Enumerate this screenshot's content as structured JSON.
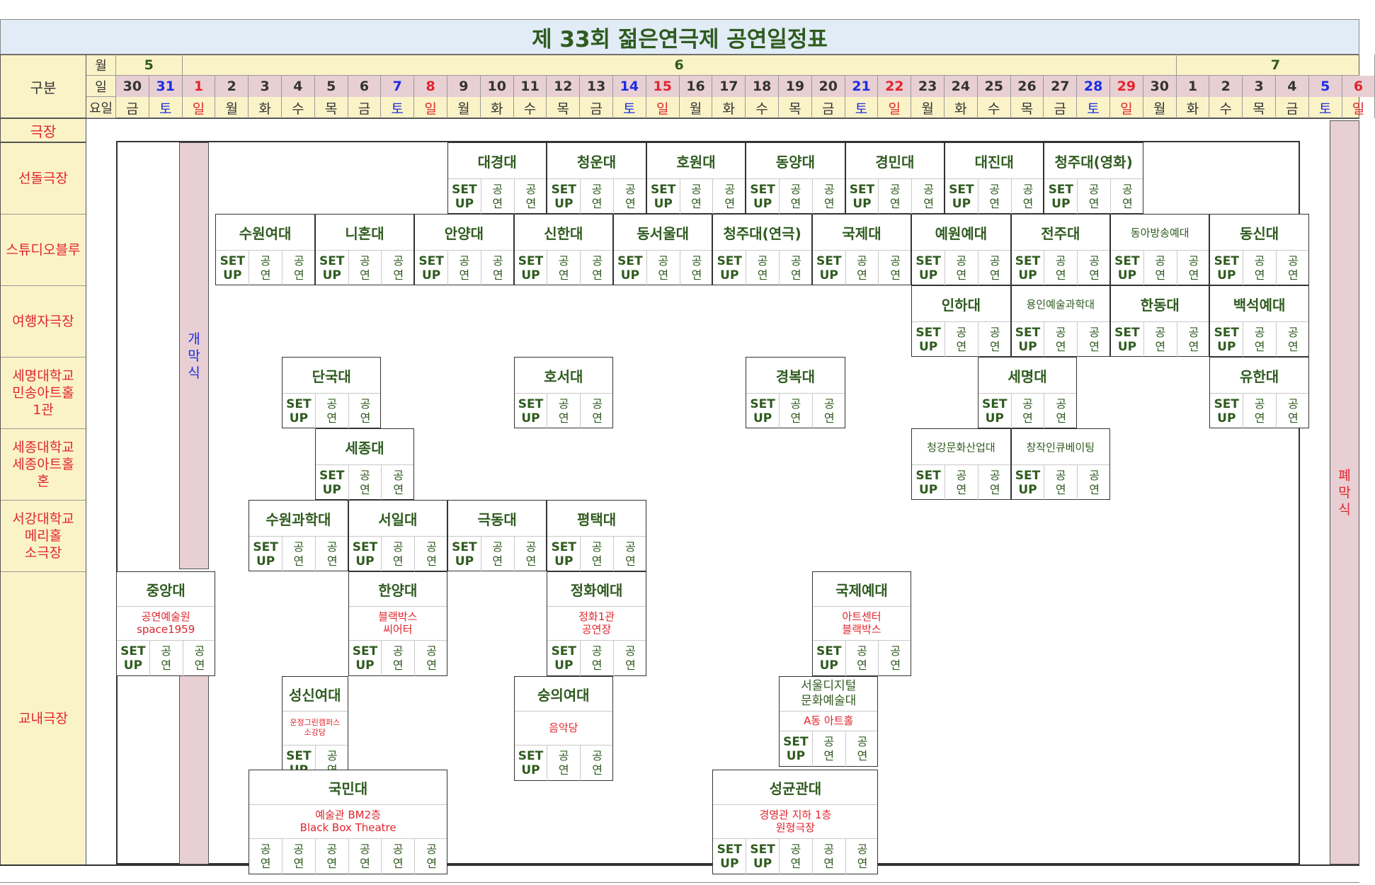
{
  "title": "제 33회 젊은연극제 공연일정표",
  "header": {
    "gubun": "구분",
    "month_label": "월",
    "day_label": "일",
    "weekday_label": "요일",
    "theater_label": "극장",
    "months": [
      {
        "label": "5",
        "span": 2
      },
      {
        "label": "6",
        "span": 30
      },
      {
        "label": "7",
        "span": 6
      }
    ],
    "days": [
      {
        "d": "30",
        "w": "금",
        "c": "n"
      },
      {
        "d": "31",
        "w": "토",
        "c": "b"
      },
      {
        "d": "1",
        "w": "일",
        "c": "r"
      },
      {
        "d": "2",
        "w": "월",
        "c": "n"
      },
      {
        "d": "3",
        "w": "화",
        "c": "n"
      },
      {
        "d": "4",
        "w": "수",
        "c": "n"
      },
      {
        "d": "5",
        "w": "목",
        "c": "n"
      },
      {
        "d": "6",
        "w": "금",
        "c": "n"
      },
      {
        "d": "7",
        "w": "토",
        "c": "b"
      },
      {
        "d": "8",
        "w": "일",
        "c": "r"
      },
      {
        "d": "9",
        "w": "월",
        "c": "n"
      },
      {
        "d": "10",
        "w": "화",
        "c": "n"
      },
      {
        "d": "11",
        "w": "수",
        "c": "n"
      },
      {
        "d": "12",
        "w": "목",
        "c": "n"
      },
      {
        "d": "13",
        "w": "금",
        "c": "n"
      },
      {
        "d": "14",
        "w": "토",
        "c": "b"
      },
      {
        "d": "15",
        "w": "일",
        "c": "r"
      },
      {
        "d": "16",
        "w": "월",
        "c": "n"
      },
      {
        "d": "17",
        "w": "화",
        "c": "n"
      },
      {
        "d": "18",
        "w": "수",
        "c": "n"
      },
      {
        "d": "19",
        "w": "목",
        "c": "n"
      },
      {
        "d": "20",
        "w": "금",
        "c": "n"
      },
      {
        "d": "21",
        "w": "토",
        "c": "b"
      },
      {
        "d": "22",
        "w": "일",
        "c": "r"
      },
      {
        "d": "23",
        "w": "월",
        "c": "n"
      },
      {
        "d": "24",
        "w": "화",
        "c": "n"
      },
      {
        "d": "25",
        "w": "수",
        "c": "n"
      },
      {
        "d": "26",
        "w": "목",
        "c": "n"
      },
      {
        "d": "27",
        "w": "금",
        "c": "n"
      },
      {
        "d": "28",
        "w": "토",
        "c": "b"
      },
      {
        "d": "29",
        "w": "일",
        "c": "r"
      },
      {
        "d": "30",
        "w": "월",
        "c": "n"
      },
      {
        "d": "1",
        "w": "화",
        "c": "n"
      },
      {
        "d": "2",
        "w": "수",
        "c": "n"
      },
      {
        "d": "3",
        "w": "목",
        "c": "n"
      },
      {
        "d": "4",
        "w": "금",
        "c": "n"
      },
      {
        "d": "5",
        "w": "토",
        "c": "b"
      },
      {
        "d": "6",
        "w": "일",
        "c": "r"
      }
    ]
  },
  "venues": [
    {
      "name": "선돌극장"
    },
    {
      "name": "스튜디오블루"
    },
    {
      "name": "여행자극장"
    },
    {
      "name": "세명대학교\n민송아트홀\n1관"
    },
    {
      "name": "세종대학교\n세종아트홀\n혼"
    },
    {
      "name": "서강대학교\n메리홀\n소극장"
    },
    {
      "name": "교내극장"
    }
  ],
  "opening": "개\n막\n식",
  "closing": "폐\n막\n식",
  "slot_labels": {
    "setup": "SET\nUP",
    "show": "공\n연"
  },
  "blocks": [
    {
      "name": "대경대",
      "row": 0,
      "col": 10,
      "slots": [
        "S",
        "P",
        "P"
      ]
    },
    {
      "name": "청운대",
      "row": 0,
      "col": 13,
      "slots": [
        "S",
        "P",
        "P"
      ]
    },
    {
      "name": "호원대",
      "row": 0,
      "col": 16,
      "slots": [
        "S",
        "P",
        "P"
      ]
    },
    {
      "name": "동양대",
      "row": 0,
      "col": 19,
      "slots": [
        "S",
        "P",
        "P"
      ]
    },
    {
      "name": "경민대",
      "row": 0,
      "col": 22,
      "slots": [
        "S",
        "P",
        "P"
      ]
    },
    {
      "name": "대진대",
      "row": 0,
      "col": 25,
      "slots": [
        "S",
        "P",
        "P"
      ]
    },
    {
      "name": "청주대(영화)",
      "row": 0,
      "col": 28,
      "slots": [
        "S",
        "P",
        "P"
      ]
    },
    {
      "name": "수원여대",
      "row": 1,
      "col": 3,
      "slots": [
        "S",
        "P",
        "P"
      ]
    },
    {
      "name": "니혼대",
      "row": 1,
      "col": 6,
      "slots": [
        "S",
        "P",
        "P"
      ]
    },
    {
      "name": "안양대",
      "row": 1,
      "col": 9,
      "slots": [
        "S",
        "P",
        "P"
      ]
    },
    {
      "name": "신한대",
      "row": 1,
      "col": 12,
      "slots": [
        "S",
        "P",
        "P"
      ]
    },
    {
      "name": "동서울대",
      "row": 1,
      "col": 15,
      "slots": [
        "S",
        "P",
        "P"
      ]
    },
    {
      "name": "청주대(연극)",
      "row": 1,
      "col": 18,
      "slots": [
        "S",
        "P",
        "P"
      ]
    },
    {
      "name": "국제대",
      "row": 1,
      "col": 21,
      "slots": [
        "S",
        "P",
        "P"
      ]
    },
    {
      "name": "예원예대",
      "row": 1,
      "col": 24,
      "slots": [
        "S",
        "P",
        "P"
      ]
    },
    {
      "name": "전주대",
      "row": 1,
      "col": 27,
      "slots": [
        "S",
        "P",
        "P"
      ]
    },
    {
      "name": "동아방송예대",
      "row": 1,
      "col": 30,
      "slots": [
        "S",
        "P",
        "P"
      ],
      "small": true
    },
    {
      "name": "동신대",
      "row": 1,
      "col": 33,
      "slots": [
        "S",
        "P",
        "P"
      ]
    },
    {
      "name": "인하대",
      "row": 2,
      "col": 24,
      "slots": [
        "S",
        "P",
        "P"
      ]
    },
    {
      "name": "용인예술과학대",
      "row": 2,
      "col": 27,
      "slots": [
        "S",
        "P",
        "P"
      ],
      "small": true
    },
    {
      "name": "한동대",
      "row": 2,
      "col": 30,
      "slots": [
        "S",
        "P",
        "P"
      ]
    },
    {
      "name": "백석예대",
      "row": 2,
      "col": 33,
      "slots": [
        "S",
        "P",
        "P"
      ]
    },
    {
      "name": "단국대",
      "row": 3,
      "col": 5,
      "slots": [
        "S",
        "P",
        "P"
      ]
    },
    {
      "name": "호서대",
      "row": 3,
      "col": 12,
      "slots": [
        "S",
        "P",
        "P"
      ]
    },
    {
      "name": "경복대",
      "row": 3,
      "col": 19,
      "slots": [
        "S",
        "P",
        "P"
      ]
    },
    {
      "name": "세명대",
      "row": 3,
      "col": 26,
      "slots": [
        "S",
        "P",
        "P"
      ]
    },
    {
      "name": "유한대",
      "row": 3,
      "col": 33,
      "slots": [
        "S",
        "P",
        "P"
      ]
    },
    {
      "name": "세종대",
      "row": 4,
      "col": 6,
      "slots": [
        "S",
        "P",
        "P"
      ]
    },
    {
      "name": "청강문화산업대",
      "row": 4,
      "col": 24,
      "slots": [
        "S",
        "P",
        "P"
      ],
      "small": true
    },
    {
      "name": "창작인큐베이팅",
      "row": 4,
      "col": 27,
      "slots": [
        "S",
        "P",
        "P"
      ],
      "small": true
    },
    {
      "name": "수원과학대",
      "row": 5,
      "col": 4,
      "slots": [
        "S",
        "P",
        "P"
      ]
    },
    {
      "name": "서일대",
      "row": 5,
      "col": 7,
      "slots": [
        "S",
        "P",
        "P"
      ]
    },
    {
      "name": "극동대",
      "row": 5,
      "col": 10,
      "slots": [
        "S",
        "P",
        "P"
      ]
    },
    {
      "name": "평택대",
      "row": 5,
      "col": 13,
      "slots": [
        "S",
        "P",
        "P"
      ]
    },
    {
      "name": "중앙대",
      "venue": "공연예술원\nspace1959",
      "sub": 0,
      "col": 0,
      "slots": [
        "S",
        "P",
        "P"
      ]
    },
    {
      "name": "한양대",
      "venue": "블랙박스\n씨어터",
      "sub": 0,
      "col": 7,
      "slots": [
        "S",
        "P",
        "P"
      ]
    },
    {
      "name": "정화예대",
      "venue": "정화1관\n공연장",
      "sub": 0,
      "col": 13,
      "slots": [
        "S",
        "P",
        "P"
      ]
    },
    {
      "name": "국제예대",
      "venue": "아트센터\n블랙박스",
      "sub": 0,
      "col": 21,
      "slots": [
        "S",
        "P",
        "P"
      ]
    },
    {
      "name": "성신여대",
      "venue": "운정그린캠퍼스\n소강당",
      "sub": 1,
      "col": 5,
      "slots": [
        "S",
        "P"
      ],
      "tinyvenue": true
    },
    {
      "name": "숭의여대",
      "venue": "음악당",
      "sub": 1,
      "col": 12,
      "slots": [
        "S",
        "P",
        "P"
      ]
    },
    {
      "name": "서울디지털\n문화예술대",
      "venue": "A동 아트홀",
      "sub": 1,
      "col": 20,
      "slots": [
        "S",
        "P",
        "P"
      ],
      "twoline": true
    },
    {
      "name": "국민대",
      "venue": "예술관 BM2층\nBlack Box Theatre",
      "sub": 2,
      "col": 4,
      "slots": [
        "P",
        "P",
        "P",
        "P",
        "P",
        "P"
      ]
    },
    {
      "name": "성균관대",
      "venue": "경영관 지하 1층\n원형극장",
      "sub": 2,
      "col": 18,
      "slots": [
        "S",
        "S",
        "P",
        "P",
        "P"
      ]
    }
  ]
}
